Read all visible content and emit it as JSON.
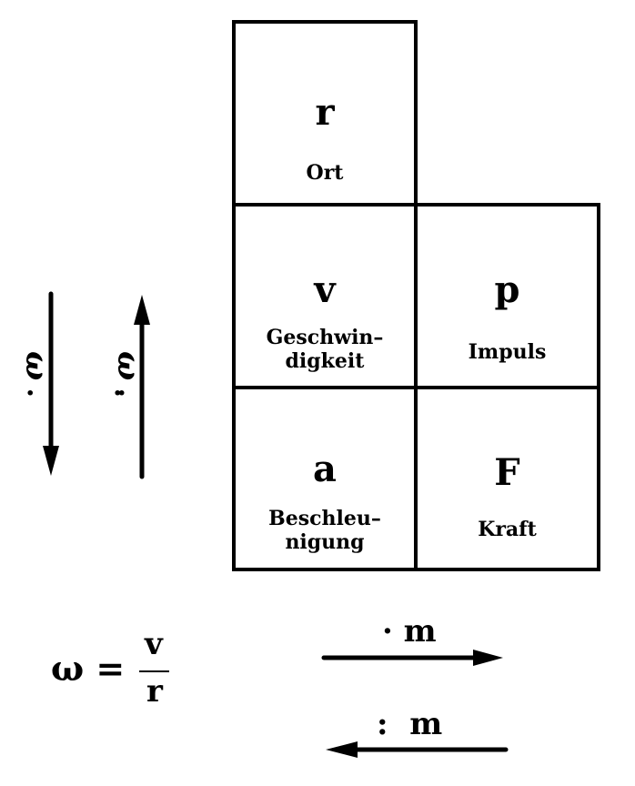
{
  "diagram": {
    "cells": [
      {
        "symbol": "r",
        "label_line1": "Ort",
        "label_line2": ""
      },
      {
        "symbol": "v",
        "label_line1": "Geschwin–",
        "label_line2": "digkeit"
      },
      {
        "symbol": "p",
        "label_line1": "Impuls",
        "label_line2": ""
      },
      {
        "symbol": "a",
        "label_line1": "Beschleu–",
        "label_line2": "nigung"
      },
      {
        "symbol": "F",
        "label_line1": "Kraft",
        "label_line2": ""
      }
    ],
    "vertical_arrows": [
      {
        "direction": "down",
        "symbol": "ω",
        "dots": "·",
        "meaning": "multiply by omega"
      },
      {
        "direction": "up",
        "symbol": "ω",
        "dots": "··",
        "meaning": "divide by omega"
      }
    ],
    "formula": {
      "lhs": "ω =",
      "numerator": "v",
      "denominator": "r"
    },
    "horizontal_arrows": [
      {
        "direction": "right",
        "label": "· m"
      },
      {
        "direction": "left",
        "label": ":  m"
      }
    ]
  }
}
